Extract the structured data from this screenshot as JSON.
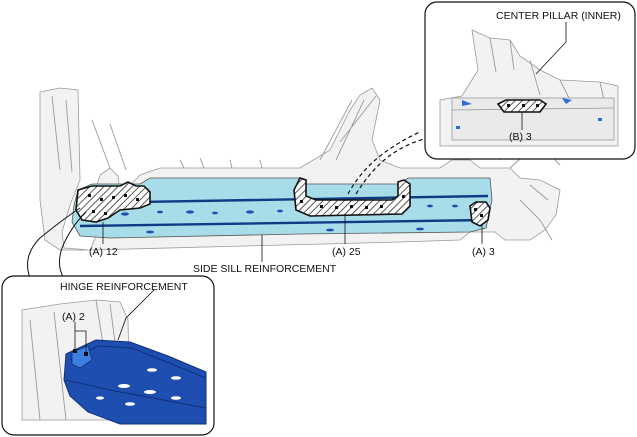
{
  "labels": {
    "center_pillar": "CENTER PILLAR (INNER)",
    "b3": "(B) 3",
    "a12": "(A) 12",
    "a25": "(A) 25",
    "a3": "(A) 3",
    "side_sill": "SIDE SILL REINFORCEMENT",
    "hinge": "HINGE REINFORCEMENT",
    "a2": "(A) 2"
  },
  "colors": {
    "sill_fill": "#a8dce8",
    "part_blue": "#1e4fb0",
    "part_blue_dark": "#0f2f78",
    "hatch": "#111111",
    "body_gray": "#9a9a9a"
  }
}
